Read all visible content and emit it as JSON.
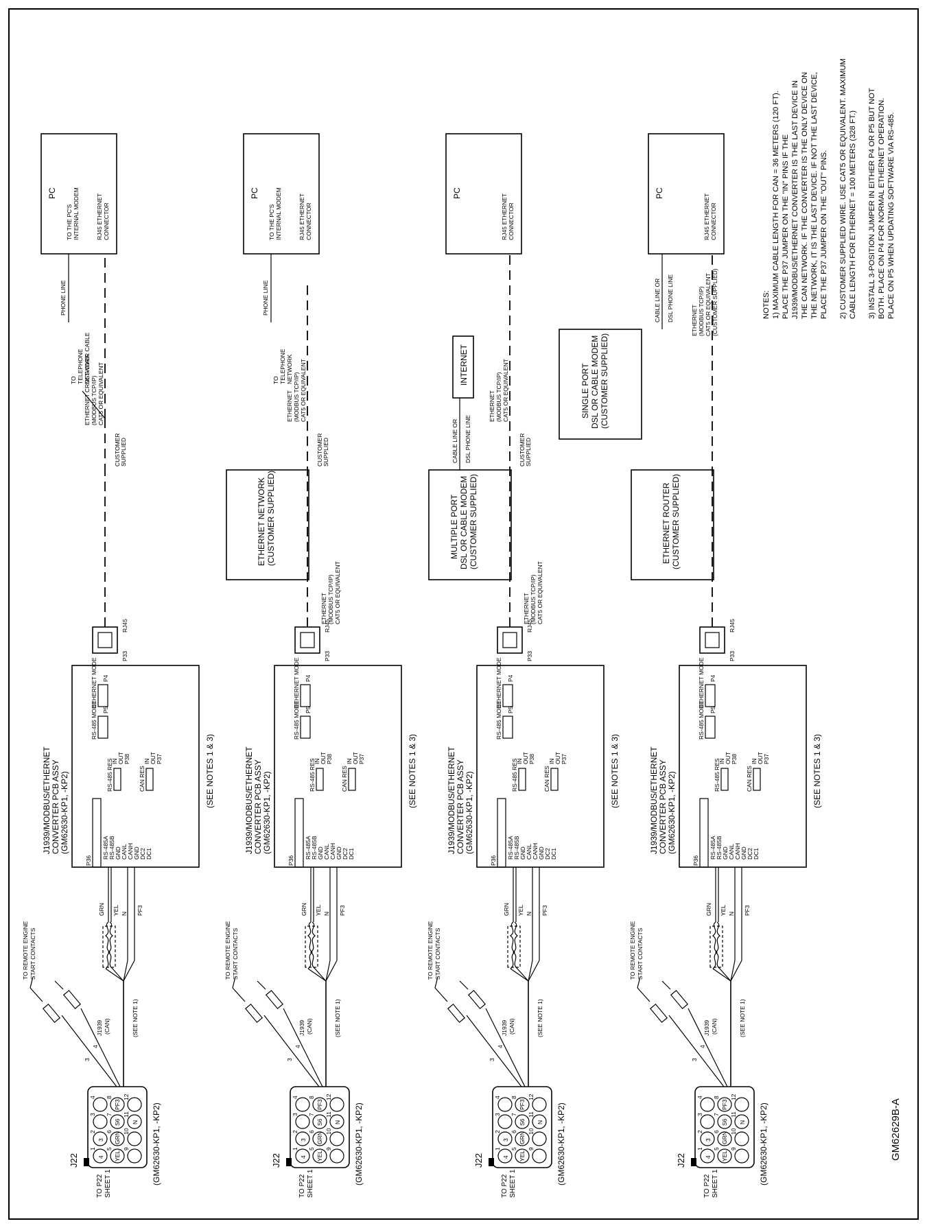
{
  "document_number": "GM62629B-A",
  "common": {
    "connector": {
      "name": "J22",
      "to_label": [
        "TO P22",
        "SHEET 1"
      ],
      "part_number": "(GM62630-KP1, -KP2)",
      "pins": {
        "p1": "1",
        "p2": "2",
        "p3": "3",
        "p4": "4",
        "p5": "5",
        "p6": "6",
        "p7": "7",
        "p8": "8",
        "p9": "9",
        "p10": "10",
        "p11": "11",
        "p12": "12",
        "c3": "3",
        "c4": "4",
        "cgrn": "GRN",
        "cyel": "YEL",
        "cs6": "S6",
        "cn": "N",
        "cpf3": "PF3"
      }
    },
    "remote_start": [
      "TO REMOTE ENGINE",
      "START CONTACTS"
    ],
    "wire_3": "3",
    "wire_4": "4",
    "j1939": [
      "J1939",
      "(CAN)"
    ],
    "see_note1": "(SEE NOTE 1)",
    "wire_labels": {
      "grn": "GRN",
      "yel": "YEL",
      "n": "N",
      "pf3": "PF3"
    },
    "converter": {
      "title": [
        "J1939/MODBUS/ETHERNET",
        "CONVERTER PCB ASSY",
        "(GM62630-KP1, -KP2)"
      ],
      "p36": "P36",
      "terminals": [
        "RS-485A",
        "RS-485B",
        "GND",
        "CANL",
        "CANH",
        "GND",
        "DC2",
        "DC1"
      ],
      "ethernet_mode": "ETHERNET  MODE",
      "p4": "P4",
      "rs485_mode": "RS-485  MODE",
      "p5": "P5",
      "in": "IN",
      "out": "OUT",
      "p38": "P38",
      "rs485_res": "RS-485  RES",
      "p37": "P37",
      "can_res": "CAN  RES",
      "p33": "P33",
      "rj45": "RJ45",
      "see_notes": "(SEE  NOTES  1  &  3)"
    },
    "pc": "PC",
    "rj45_connector": [
      "RJ45 ETHERNET",
      "CONNECTOR"
    ],
    "customer_supplied": [
      "CUSTOMER",
      "SUPPLIED"
    ],
    "ethernet_tcp": [
      "ETHERNET",
      "(MODBUS TCP/IP)",
      "CAT5 OR EQUIVALENT"
    ],
    "tcp_cat5": [
      "TCP/IP)",
      "(MODBUS",
      "CAT5 OR EQUIVALENT"
    ],
    "internet": "INTERNET"
  },
  "diagram1": {
    "telephone": [
      "TO",
      "TELEPHONE",
      "NETWORK"
    ],
    "phone_line": "PHONE LINE",
    "pc_modem": [
      "TO THE PC'S",
      "INTERNAL MODEM"
    ],
    "crossover": [
      "ETHERNET CROSS-OVER CABLE",
      "(MODBUS TCP/IP)",
      "CAT5 OR EQUIVALENT"
    ]
  },
  "diagram2": {
    "telephone": [
      "TO",
      "TELEPHONE",
      "NETWORK"
    ],
    "phone_line": "PHONE LINE",
    "pc_modem": [
      "TO THE PC'S",
      "INTERNAL MODEM"
    ],
    "network_box": [
      "ETHERNET NETWORK",
      "(CUSTOMER SUPPLIED)"
    ]
  },
  "diagram3": {
    "modem_box": [
      "MULTIPLE PORT",
      "DSL OR CABLE MODEM",
      "(CUSTOMER SUPPLIED)"
    ],
    "cable_line": [
      "CABLE LINE OR",
      "DSL PHONE LINE"
    ]
  },
  "diagram4": {
    "modem_box": [
      "SINGLE PORT",
      "DSL OR CABLE MODEM",
      "(CUSTOMER SUPPLIED)"
    ],
    "cable_line": [
      "CABLE LINE OR",
      "DSL PHONE LINE"
    ],
    "router_box": [
      "ETHERNET ROUTER",
      "(CUSTOMER SUPPLIED)"
    ],
    "ethernet_note": [
      "ETHERNET",
      "(MODBUS TCP/IP)",
      "CAT5 OR EQUIVALENT",
      "(CUSTOMER SUPPLIED)"
    ]
  },
  "notes": [
    "NOTES:",
    "1)  MAXIMUM CABLE LENGTH FOR CAN = 36 METERS (120 FT).",
    "      PLACE THE P37 JUMPER ON THE \"IN\" PINS IF THE",
    "      J1939/MODBUS/ETHERNET CONVERTER IS THE LAST DEVICE IN",
    "      THE CAN NETWORK. IF THE CONVERTER IS THE ONLY DEVICE ON",
    "      THE NETWORK, IT IS THE LAST DEVICE. IF NOT THE LAST DEVICE,",
    "      PLACE THE P37 JUMPER ON THE \"OUT\" PINS.",
    "",
    "2)  CUSTOMER SUPPLIED WIRE. USE CAT5 OR EQUIVALENT. MAXIMUM",
    "      CABLE LENGTH FOR ETHERNET = 100 METERS (328 FT.)",
    "",
    "3)  INSTALL 3-POSITION JUMPER IN EITHER P4 OR P5 BUT NOT",
    "      BOTH.  PLACE ON P4 FOR NORMAL ETHERNET OPERATION.",
    "      PLACE ON P5 WHEN UPDATING SOFTWARE VIA RS-485."
  ]
}
